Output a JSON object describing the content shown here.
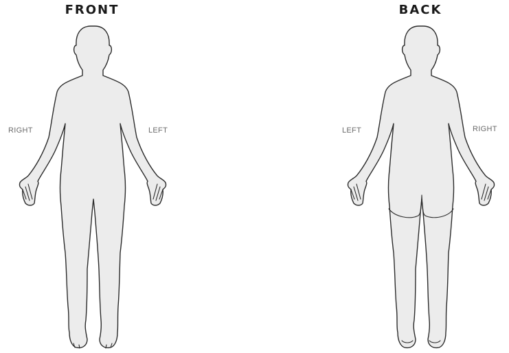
{
  "front": {
    "title": "FRONT",
    "label_left_side": "RIGHT",
    "label_right_side": "LEFT"
  },
  "back": {
    "title": "BACK",
    "label_left_side": "LEFT",
    "label_right_side": "RIGHT"
  },
  "colors": {
    "body_fill": "#ececec",
    "outline": "#2a2a2a"
  }
}
